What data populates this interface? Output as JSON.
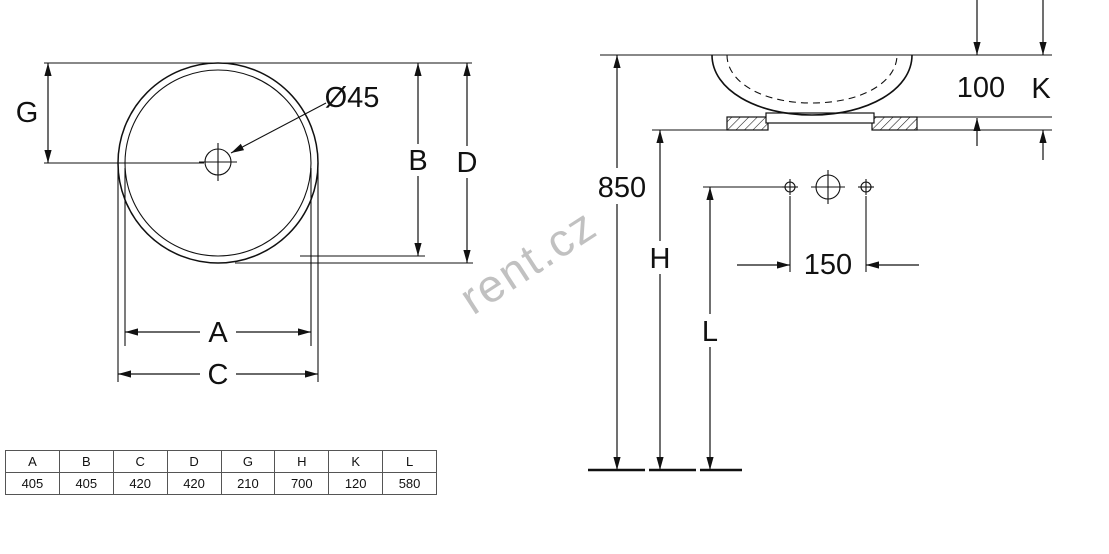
{
  "watermark": {
    "text": "rent.cz"
  },
  "top_view": {
    "drain_diameter_label": "Ø45",
    "labels": {
      "g": "G",
      "b": "B",
      "d": "D",
      "a": "A",
      "c": "C"
    }
  },
  "side_view": {
    "labels": {
      "total_height": "850",
      "h": "H",
      "l": "L",
      "rim_height": "100",
      "k": "K",
      "hole_spacing": "150"
    }
  },
  "dimension_table": {
    "headers": [
      "A",
      "B",
      "C",
      "D",
      "G",
      "H",
      "K",
      "L"
    ],
    "values": [
      "405",
      "405",
      "420",
      "420",
      "210",
      "700",
      "120",
      "580"
    ]
  }
}
